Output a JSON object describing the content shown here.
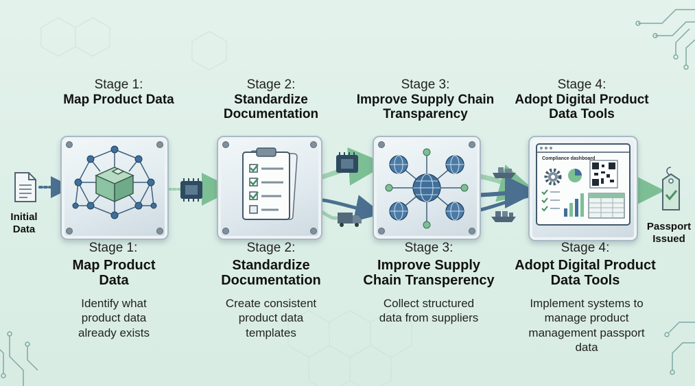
{
  "start_label": "Initial Data",
  "end_label": "Passport Issued",
  "stages": [
    {
      "stage_top": "Stage 1:",
      "title_top": "Map Product Data",
      "stage_bottom": "Stage 1:",
      "title_bottom": "Map Product Data",
      "description": "Identify what product data already exists"
    },
    {
      "stage_top": "Stage 2:",
      "title_top": "Standardize Documentation",
      "stage_bottom": "Stage 2:",
      "title_bottom": "Standardize Documentation",
      "description": "Create consistent product data templates"
    },
    {
      "stage_top": "Stage 3:",
      "title_top": "Improve Supply Chain Transparency",
      "stage_bottom": "Stage 3:",
      "title_bottom": "Improve Supply Chain Transperency",
      "description": "Collect structured data from suppliers"
    },
    {
      "stage_top": "Stage 4:",
      "title_top": "Adopt Digital Product Data Tools",
      "stage_bottom": "Stage 4:",
      "title_bottom": "Adopt Digital Product Data Tools",
      "description": "Implement systems to manage product management passport data"
    }
  ],
  "dashboard_title": "Compliance dashboard",
  "colors": {
    "accent_green": "#7dbf95",
    "accent_blue": "#4a6f8f",
    "node_blue": "#3f6f9a"
  }
}
